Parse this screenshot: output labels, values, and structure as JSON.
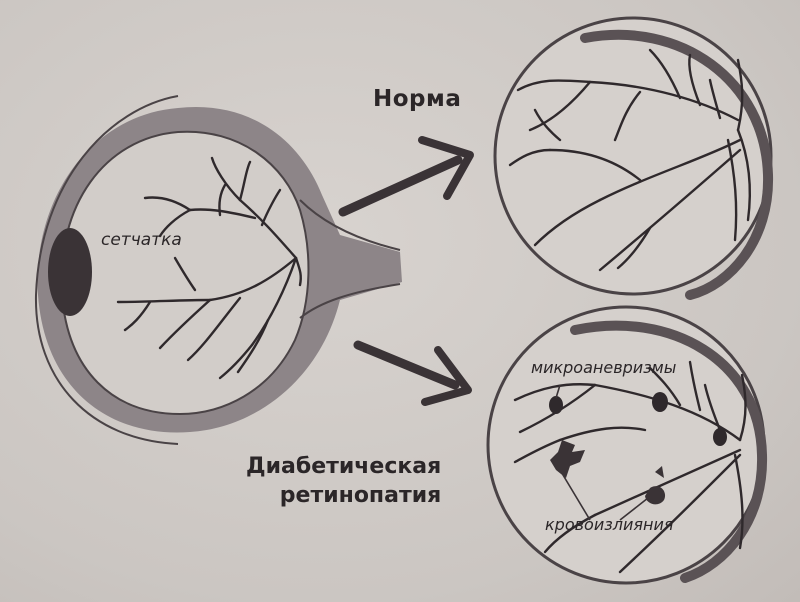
{
  "labels": {
    "normal": "Норма",
    "diabetic_line1": "Диабетическая",
    "diabetic_line2": "ретинопатия",
    "retina": "сетчатка",
    "microaneurysms": "микроаневризмы",
    "hemorrhages": "кровоизлияния"
  },
  "colors": {
    "background": "#cfcac6",
    "outline": "#4a4346",
    "vessel": "#2f292c",
    "eye_wall": "#8d8588",
    "lens": "#3a3336"
  }
}
